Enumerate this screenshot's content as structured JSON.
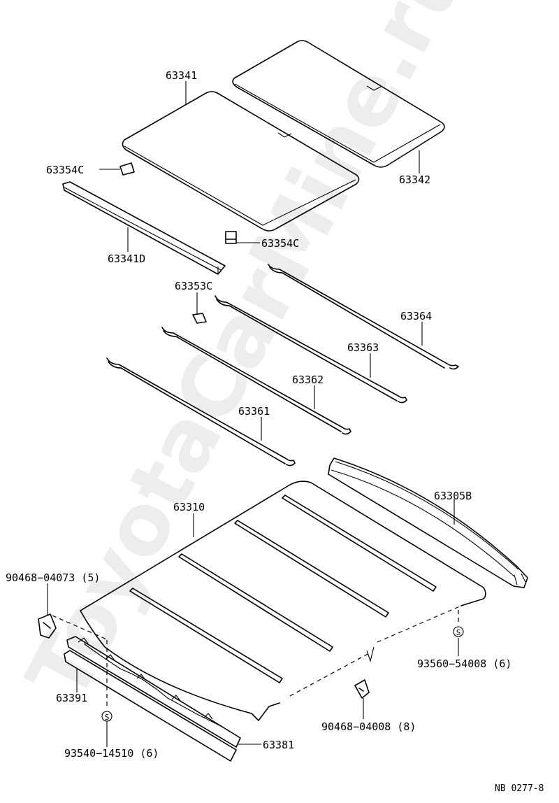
{
  "labels": {
    "p63341": "63341",
    "p63342": "63342",
    "p63354c_top": "63354C",
    "p63354c_mid": "63354C",
    "p63341d": "63341D",
    "p63353c": "63353C",
    "p63364": "63364",
    "p63363": "63363",
    "p63362": "63362",
    "p63361": "63361",
    "p63310": "63310",
    "p63305b": "63305B",
    "p90468_04073": "90468−04073 (5)",
    "p93560_54008": "93560−54008 (6)",
    "p63391": "63391",
    "p90468_04008": "90468−04008 (8)",
    "p93540_14510": "93540−14510 (6)",
    "p63381": "63381",
    "s_mark": "S",
    "diagram_code": "NB  0277-8"
  },
  "watermark": "ToyotaCarMine.ru"
}
